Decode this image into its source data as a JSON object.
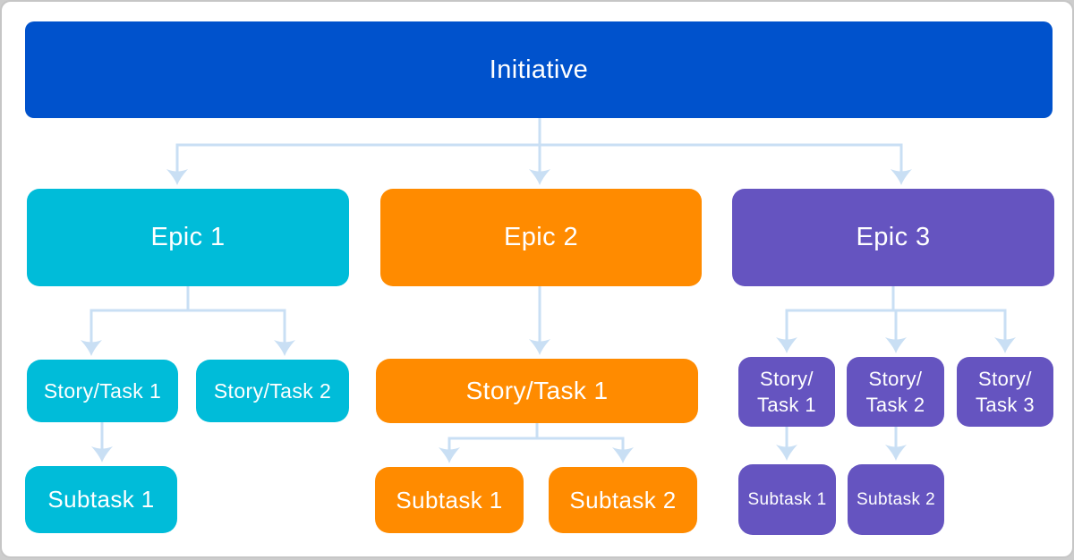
{
  "colors": {
    "initiative": "#0052CC",
    "epic1": "#00BCD9",
    "epic2": "#FF8B00",
    "epic3": "#6554C0",
    "connector": "#C9DFF4",
    "node_text": "#FFFFFF",
    "frame_border": "#C6C6C6",
    "canvas_bg": "#FFFFFF"
  },
  "hierarchy": {
    "root": {
      "label": "Initiative"
    },
    "branches": [
      {
        "label": "Epic 1",
        "stories": [
          {
            "label": "Story/Task 1",
            "subtasks": [
              {
                "label": "Subtask 1"
              }
            ]
          },
          {
            "label": "Story/Task 2",
            "subtasks": []
          }
        ]
      },
      {
        "label": "Epic 2",
        "stories": [
          {
            "label": "Story/Task 1",
            "subtasks": [
              {
                "label": "Subtask 1"
              },
              {
                "label": "Subtask 2"
              }
            ]
          }
        ]
      },
      {
        "label": "Epic 3",
        "stories": [
          {
            "label": "Story/\nTask 1",
            "subtasks": [
              {
                "label": "Subtask 1"
              }
            ]
          },
          {
            "label": "Story/\nTask 2",
            "subtasks": [
              {
                "label": "Subtask 2"
              }
            ]
          },
          {
            "label": "Story/\nTask 3",
            "subtasks": []
          }
        ]
      }
    ]
  }
}
